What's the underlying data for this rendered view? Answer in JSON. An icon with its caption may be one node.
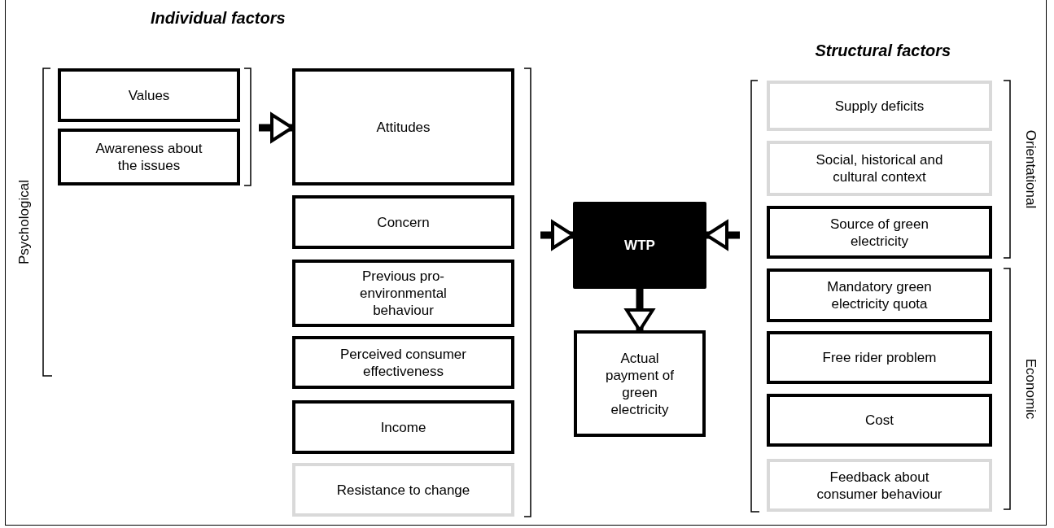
{
  "diagram": {
    "nodes": [
      {
        "text": [
          "Values"
        ]
      },
      {
        "text": [
          "Awareness about the issues"
        ]
      },
      {
        "text": [
          "Attitudes"
        ]
      },
      {
        "text": [
          "Concern"
        ]
      },
      {
        "text": [
          "Previous pro-environmental behaviour"
        ]
      },
      {
        "text": [
          "Perceived consumer effectiveness"
        ]
      },
      {
        "text": [
          "Income"
        ]
      },
      {
        "text": [
          "Resistance to change"
        ]
      },
      {
        "text": [
          "WTP"
        ]
      },
      {
        "text": [
          "Actual payment of green electricity"
        ]
      },
      {
        "text": [
          "Supply deficits"
        ]
      },
      {
        "text": [
          "Social, historical and cultural context"
        ]
      },
      {
        "text": [
          "Source of green electricity"
        ]
      },
      {
        "text": [
          "Mandatory green electricity quota"
        ]
      },
      {
        "text": [
          "Free rider problem"
        ]
      },
      {
        "text": [
          "Cost"
        ]
      },
      {
        "text": [
          "Feedback about consumer behaviour"
        ]
      }
    ],
    "edges": [
      {
        "from": null,
        "to": 2,
        "arrow": "to"
      },
      {
        "from": null,
        "to": 8,
        "arrow": "to"
      },
      {
        "from": null,
        "to": 8,
        "arrow": "to"
      },
      {
        "from": 8,
        "to": 9,
        "arrow": "to"
      }
    ],
    "labels": [
      "Individual factors",
      "Structural factors",
      "Psychological",
      "Orientational",
      "Economic"
    ]
  }
}
